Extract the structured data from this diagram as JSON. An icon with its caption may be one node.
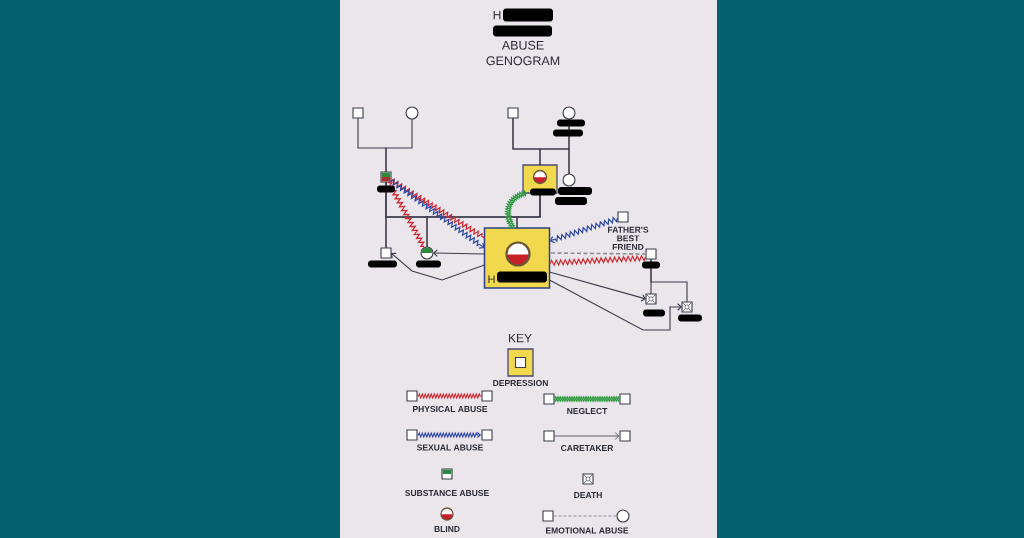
{
  "diagram": {
    "title": "ABUSE GENOGRAM",
    "nodes": [
      {
        "text": [],
        "shape": "box"
      },
      {
        "text": [],
        "shape": "circle"
      },
      {
        "text": [],
        "shape": "box"
      },
      {
        "text": [],
        "shape": "circle"
      },
      {
        "text": [],
        "shape": "box"
      },
      {
        "text": [],
        "shape": "box"
      },
      {
        "text": [],
        "shape": "circle"
      },
      {
        "text": [],
        "shape": "box",
        "beside": [
          "FATHER'S BEST FRIEND"
        ]
      },
      {
        "text": [],
        "shape": "box"
      },
      {
        "text": [],
        "shape": "circle"
      },
      {
        "text": [
          "H"
        ]
      },
      {
        "text": [],
        "shape": "box"
      },
      {
        "text": [],
        "shape": "box"
      },
      {
        "text": [],
        "shape": "box"
      }
    ],
    "edges": [
      {
        "from": 0,
        "to": 4,
        "arrow": "none"
      },
      {
        "from": 1,
        "to": 4,
        "arrow": "none"
      },
      {
        "from": 2,
        "to": 5,
        "arrow": "none"
      },
      {
        "from": 3,
        "to": 5,
        "arrow": "none"
      },
      {
        "from": 2,
        "to": 6,
        "arrow": "none"
      },
      {
        "from": 3,
        "to": 6,
        "arrow": "none"
      },
      {
        "from": 4,
        "to": 8,
        "arrow": "none"
      },
      {
        "from": 4,
        "to": 9,
        "arrow": "none"
      },
      {
        "from": 4,
        "to": 10,
        "arrow": "none"
      },
      {
        "from": 5,
        "to": 8,
        "arrow": "none"
      },
      {
        "from": 5,
        "to": 9,
        "arrow": "none"
      },
      {
        "from": 5,
        "to": 10,
        "arrow": "none"
      },
      {
        "from": 11,
        "to": 12,
        "arrow": "none"
      },
      {
        "from": 11,
        "to": 13,
        "arrow": "none"
      },
      {
        "from": 4,
        "to": 10,
        "arrow": "none",
        "color": "#d2262c"
      },
      {
        "from": 4,
        "to": 9,
        "arrow": "none",
        "color": "#d2262c"
      },
      {
        "from": 4,
        "to": 10,
        "arrow": "to",
        "color": "#2c47a6"
      },
      {
        "from": 5,
        "to": 10,
        "arrow": "none",
        "color": "#2e9b40"
      },
      {
        "from": 7,
        "to": 10,
        "arrow": "to",
        "color": "#2c47a6"
      },
      {
        "from": 11,
        "to": 10,
        "arrow": "none",
        "style": "dashed",
        "color": "#8c8c96"
      },
      {
        "from": 11,
        "to": 10,
        "arrow": "none",
        "color": "#d2262c"
      },
      {
        "from": 10,
        "to": 9,
        "arrow": "to"
      },
      {
        "from": 10,
        "to": 8,
        "arrow": "to"
      },
      {
        "from": 10,
        "to": 12,
        "arrow": "to"
      },
      {
        "from": 10,
        "to": 13,
        "arrow": "to"
      }
    ],
    "labels": [
      "H",
      "KEY"
    ],
    "legend": [
      {
        "text": "DEPRESSION"
      },
      {
        "text": "PHYSICAL ABUSE"
      },
      {
        "text": "NEGLECT"
      },
      {
        "text": "SEXUAL ABUSE"
      },
      {
        "text": "CARETAKER"
      },
      {
        "text": "SUBSTANCE ABUSE"
      },
      {
        "text": "DEATH"
      },
      {
        "text": "BLIND"
      },
      {
        "text": "EMOTIONAL ABUSE"
      }
    ]
  }
}
